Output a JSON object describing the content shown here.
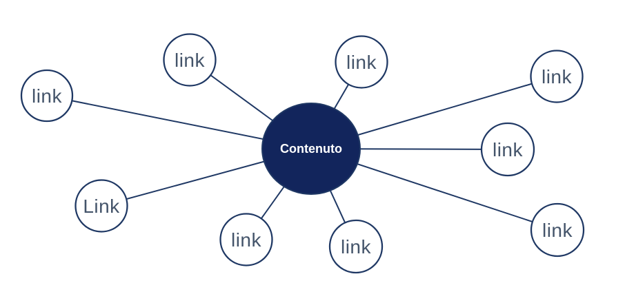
{
  "diagram": {
    "center_node": {
      "label": "Contenuto"
    },
    "link_nodes": [
      {
        "label": "link",
        "position": "left"
      },
      {
        "label": "link",
        "position": "top-left"
      },
      {
        "label": "link",
        "position": "top"
      },
      {
        "label": "link",
        "position": "top-right"
      },
      {
        "label": "link",
        "position": "right"
      },
      {
        "label": "link",
        "position": "bottom-right"
      },
      {
        "label": "link",
        "position": "bottom-right-inner"
      },
      {
        "label": "link",
        "position": "bottom-left-inner"
      },
      {
        "label": "Link",
        "position": "bottom-left"
      }
    ],
    "colors": {
      "background": "#ffffff",
      "center_fill": "#12255C",
      "outline": "#1F3864",
      "connector": "#1F3864",
      "link_text": "#44546A",
      "center_text": "#ffffff"
    }
  }
}
